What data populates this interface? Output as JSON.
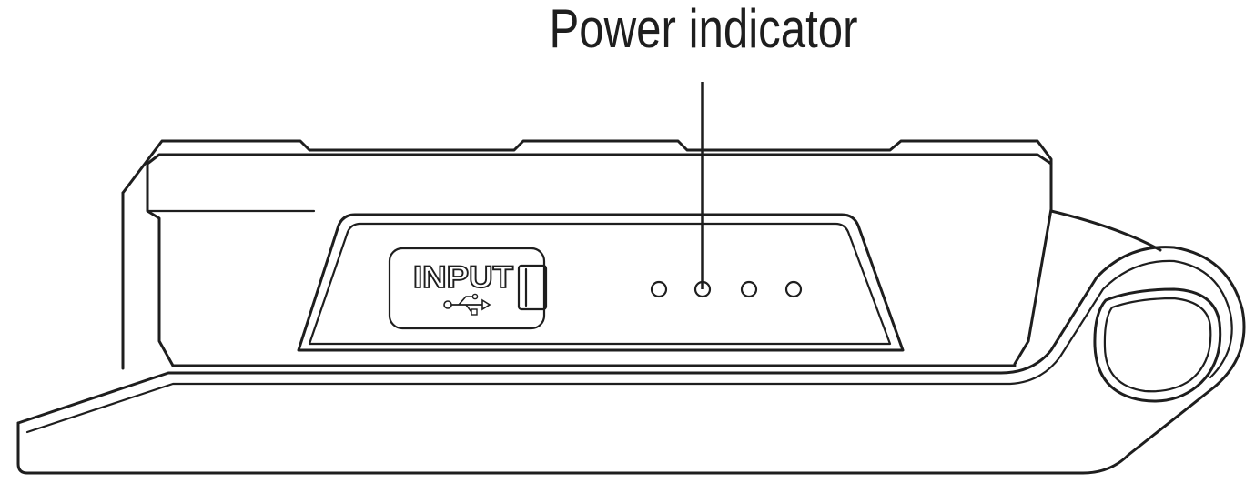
{
  "callout": {
    "label": "Power indicator"
  },
  "port": {
    "label": "INPUT",
    "symbol": "usb-icon"
  },
  "indicator_leds": {
    "count": 4
  },
  "colors": {
    "stroke": "#1e1e1e",
    "background": "#ffffff"
  }
}
